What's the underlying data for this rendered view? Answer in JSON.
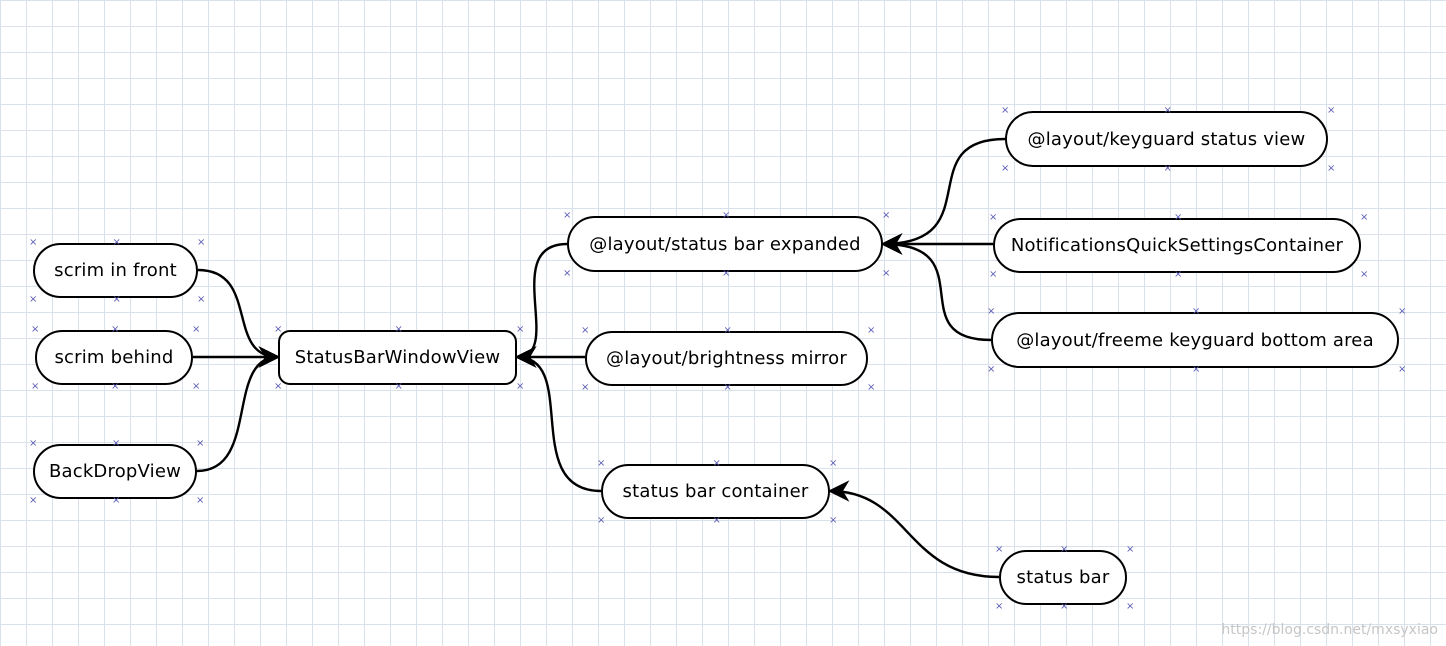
{
  "nodes": {
    "scrim_in_front": "scrim  in  front",
    "scrim_behind": "scrim  behind",
    "backdrop_view": "BackDropView",
    "status_bar_window_view": "StatusBarWindowView",
    "status_bar_expanded": "@layout/status  bar  expanded",
    "brightness_mirror": "@layout/brightness  mirror",
    "status_bar_container": "status  bar  container",
    "status_bar": "status  bar",
    "keyguard_status_view": "@layout/keyguard  status  view",
    "notifications_qs_container": "NotificationsQuickSettingsContainer",
    "freeme_keyguard_bottom_area": "@layout/freeme  keyguard  bottom  area"
  },
  "watermark": "https://blog.csdn.net/mxsyxiao",
  "colors": {
    "stroke": "#000000",
    "grid": "#d9e2ea",
    "handle": "#5a5ab4"
  }
}
